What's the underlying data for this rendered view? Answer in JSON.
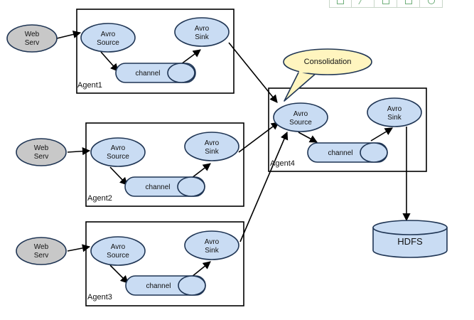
{
  "colors": {
    "node_fill": "#c9dcf3",
    "node_stroke": "#1f3554",
    "web_fill": "#c8c8c8",
    "callout_fill": "#fff5bf",
    "line": "#000000"
  },
  "toolbar": {
    "icons": [
      "save-icon",
      "expand-icon",
      "home-icon",
      "frame-icon",
      "settings-icon"
    ]
  },
  "web_servers": [
    {
      "line1": "Web",
      "line2": "Serv"
    },
    {
      "line1": "Web",
      "line2": "Serv"
    },
    {
      "line1": "Web",
      "line2": "Serv"
    }
  ],
  "agents": [
    {
      "label": "Agent1",
      "source": [
        "Avro",
        "Source"
      ],
      "sink": [
        "Avro",
        "Sink"
      ],
      "channel": "channel"
    },
    {
      "label": "Agent2",
      "source": [
        "Avro",
        "Source"
      ],
      "sink": [
        "Avro",
        "Sink"
      ],
      "channel": "channel"
    },
    {
      "label": "Agent3",
      "source": [
        "Avro",
        "Source"
      ],
      "sink": [
        "Avro",
        "Sink"
      ],
      "channel": "channel"
    },
    {
      "label": "Agent4",
      "source": [
        "Avro",
        "Source"
      ],
      "sink": [
        "Avro",
        "Sink"
      ],
      "channel": "channel"
    }
  ],
  "callout": {
    "text": "Consolidation"
  },
  "storage": {
    "label": "HDFS"
  }
}
